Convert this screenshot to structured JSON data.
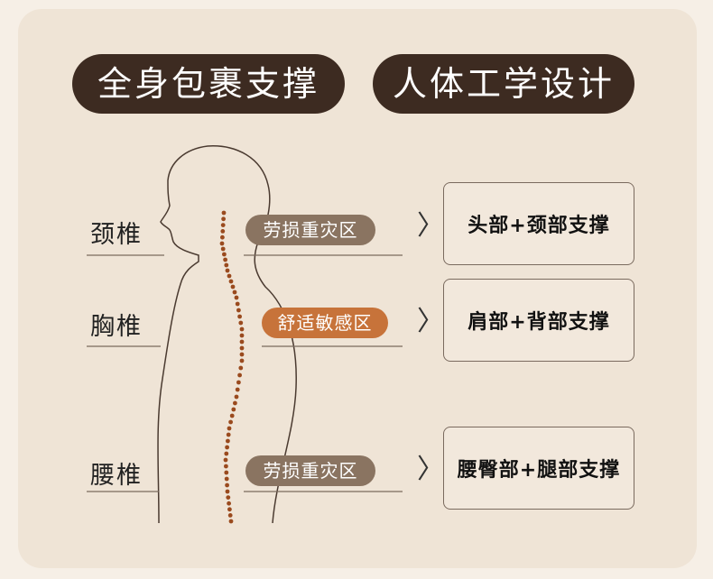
{
  "headers": {
    "left": "全身包裹支撑",
    "right": "人体工学设计"
  },
  "regions": [
    {
      "label": "颈椎",
      "zone": "劳损重灾区",
      "zone_color": "#8a7461",
      "support": "头部+颈部支撑"
    },
    {
      "label": "胸椎",
      "zone": "舒适敏感区",
      "zone_color": "#c7733a",
      "support": "肩部+背部支撑"
    },
    {
      "label": "腰椎",
      "zone": "劳损重灾区",
      "zone_color": "#8a7461",
      "support": "腰臀部+腿部支撑"
    }
  ],
  "icons": {
    "arrow": "chevron-right-icon",
    "figure": "human-silhouette-icon",
    "spine": "dotted-spine-icon"
  },
  "colors": {
    "header_bg": "#3d2b21",
    "spine_dots": "#9a4a1e",
    "card_bg": "#efe4d6"
  }
}
